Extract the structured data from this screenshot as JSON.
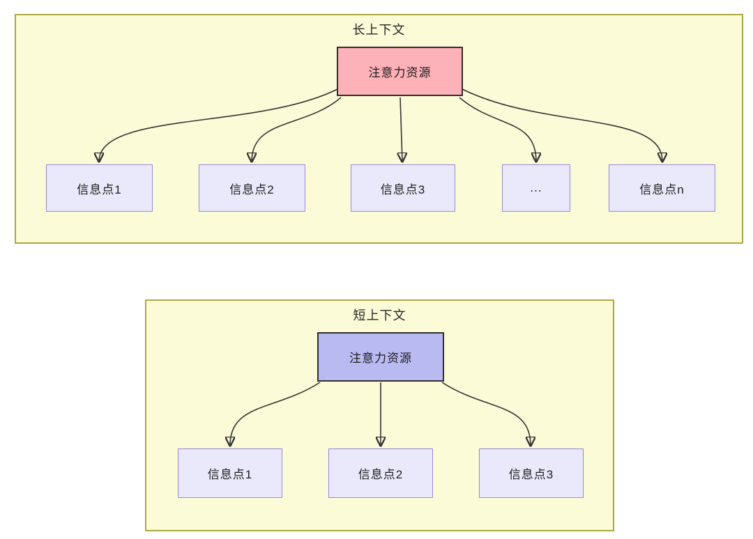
{
  "diagram": {
    "top": {
      "title": "长上下文",
      "attention_label": "注意力资源",
      "nodes": [
        "信息点1",
        "信息点2",
        "信息点3",
        "...",
        "信息点n"
      ]
    },
    "bottom": {
      "title": "短上下文",
      "attention_label": "注意力资源",
      "nodes": [
        "信息点1",
        "信息点2",
        "信息点3"
      ]
    },
    "colors": {
      "panel_bg": "#FBFBD8",
      "panel_border": "#A9A93F",
      "attention_top_fill": "#FDB1B8",
      "attention_bottom_fill": "#BABAF3",
      "node_fill": "#E9E9FB",
      "node_border": "#9C85D6",
      "line": "#333333"
    }
  }
}
